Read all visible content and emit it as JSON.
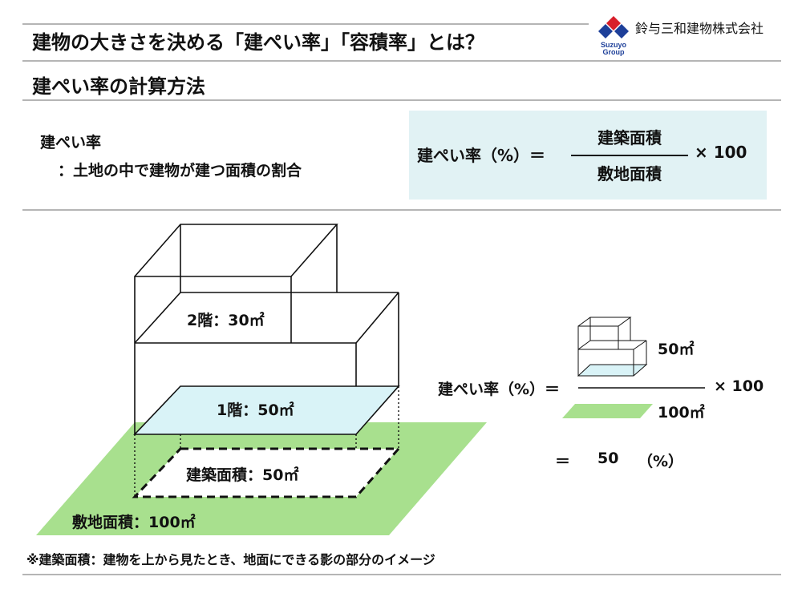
{
  "header": {
    "title": "建物の大きさを決める「建ぺい率」「容積率」とは？",
    "subtitle": "建ぺい率の計算方法",
    "company_name": "鈴与三和建物株式会社",
    "logo_text_line1": "Suzuyo",
    "logo_text_line2": "Group"
  },
  "definition": {
    "term": "建ぺい率",
    "description": "：土地の中で建物が建つ面積の割合"
  },
  "formula_box": {
    "lhs": "建ぺい率（%）＝",
    "numerator": "建築面積",
    "denominator": "敷地面積",
    "multiplier": "× 100"
  },
  "diagram": {
    "floor2_label": "2階：30㎡",
    "floor1_label": "1階：50㎡",
    "footprint_label": "建築面積：50㎡",
    "site_label": "敷地面積：100㎡"
  },
  "calculation": {
    "lhs": "建ぺい率（%）＝",
    "numerator": "50㎡",
    "denominator": "100㎡",
    "multiplier": "× 100",
    "result_eq": "＝",
    "result_value": "50",
    "result_unit": "（%）"
  },
  "footnote": "※建築面積：建物を上から見たとき、地面にできる影の部分のイメージ",
  "colors": {
    "site_green": "#a8e08e",
    "floor_cyan": "#d9f3f7",
    "formula_bg": "#e1f2f4",
    "logo_red": "#d81e2a",
    "logo_blue": "#1d3f99"
  }
}
